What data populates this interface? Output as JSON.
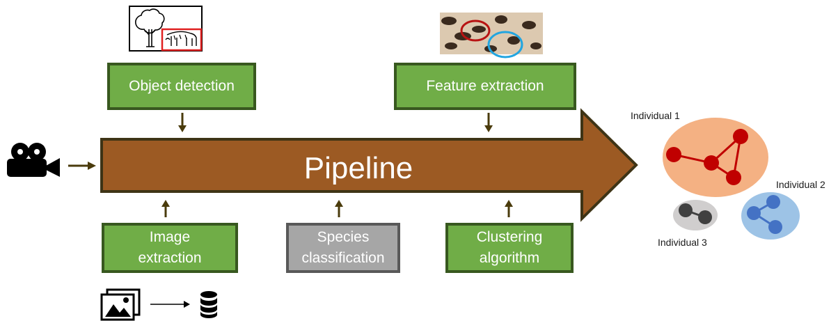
{
  "diagram": {
    "pipeline_label": "Pipeline",
    "stages": {
      "object_detection": "Object detection",
      "feature_extraction": "Feature extraction",
      "image_extraction": "Image\nextraction",
      "species_classification": "Species\nclassification",
      "clustering_algorithm": "Clustering\nalgorithm"
    },
    "clusters": {
      "individual_1": "Individual 1",
      "individual_2": "Individual 2",
      "individual_3": "Individual 3"
    },
    "colors": {
      "pipeline_fill": "#9c5a23",
      "pipeline_border": "#3e3416",
      "stage_fill": "#70ad47",
      "stage_border": "#38581f",
      "disabled_fill": "#a6a6a6",
      "disabled_border": "#595959",
      "small_arrow": "#4a3b0c",
      "cluster_1": "#c00000",
      "cluster_2": "#4472c4",
      "cluster_3": "#404040"
    }
  }
}
